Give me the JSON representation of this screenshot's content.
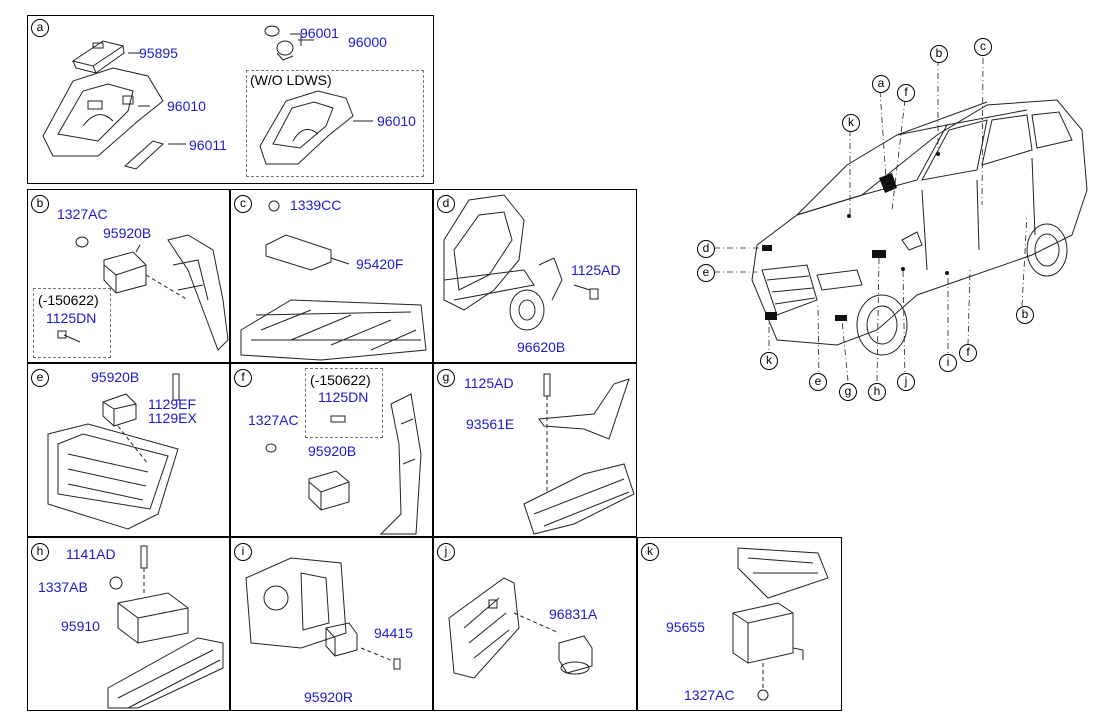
{
  "panels": {
    "a": {
      "letter": "a",
      "parts": {
        "p95895": "95895",
        "p96001": "96001",
        "p96000": "96000",
        "p96010": "96010",
        "p96011": "96011",
        "p96010b": "96010"
      },
      "note": "(W/O LDWS)"
    },
    "b": {
      "letter": "b",
      "parts": {
        "p1327AC": "1327AC",
        "p95920B": "95920B",
        "p1125DN": "1125DN"
      },
      "note": "(-150622)"
    },
    "c": {
      "letter": "c",
      "parts": {
        "p1339CC": "1339CC",
        "p95420F": "95420F"
      }
    },
    "d": {
      "letter": "d",
      "parts": {
        "p1125AD": "1125AD",
        "p96620B": "96620B"
      }
    },
    "e": {
      "letter": "e",
      "parts": {
        "p95920B": "95920B",
        "p1129EF": "1129EF",
        "p1129EX": "1129EX"
      }
    },
    "f": {
      "letter": "f",
      "parts": {
        "p1327AC": "1327AC",
        "p1125DN": "1125DN",
        "p95920B": "95920B"
      },
      "note": "(-150622)"
    },
    "g": {
      "letter": "g",
      "parts": {
        "p1125AD": "1125AD",
        "p93561E": "93561E"
      }
    },
    "h": {
      "letter": "h",
      "parts": {
        "p1141AD": "1141AD",
        "p1337AB": "1337AB",
        "p95910": "95910"
      }
    },
    "i": {
      "letter": "i",
      "parts": {
        "p94415": "94415",
        "p95920R": "95920R"
      }
    },
    "j": {
      "letter": "j",
      "parts": {
        "p96831A": "96831A"
      }
    },
    "k": {
      "letter": "k",
      "parts": {
        "p95655": "95655",
        "p1327AC": "1327AC"
      }
    }
  },
  "car_callouts": {
    "a": "a",
    "b1": "b",
    "b2": "b",
    "c": "c",
    "d": "d",
    "e1": "e",
    "e2": "e",
    "f1": "f",
    "f2": "f",
    "g": "g",
    "h": "h",
    "i": "i",
    "j": "j",
    "k1": "k",
    "k2": "k"
  }
}
